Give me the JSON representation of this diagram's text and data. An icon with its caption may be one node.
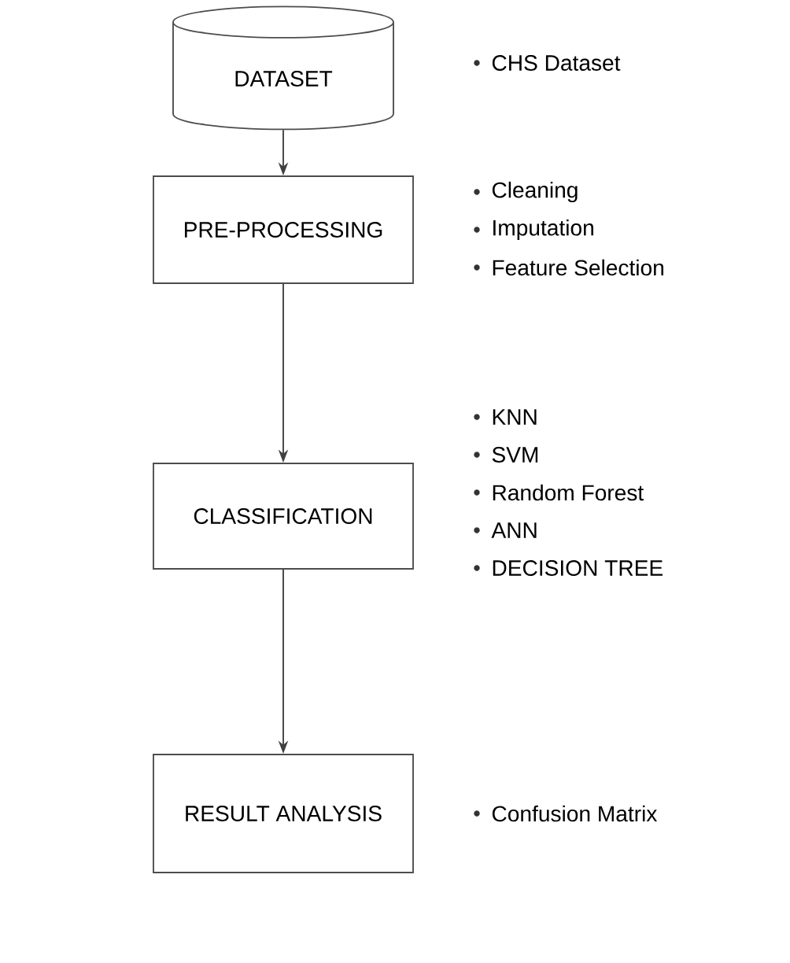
{
  "diagram": {
    "nodes": [
      {
        "text": [
          "DATASET"
        ]
      },
      {
        "text": [
          "PRE-PROCESSING"
        ],
        "beside": [
          "Cleaning",
          "Imputation",
          "Feature Selection"
        ]
      },
      {
        "text": [
          "CLASSIFICATION"
        ],
        "beside": [
          "KNN",
          "SVM",
          "Random Forest",
          "ANN",
          "DECISION TREE"
        ]
      },
      {
        "text": [
          "RESULT ANALYSIS"
        ],
        "beside": [
          "Confusion Matrix"
        ]
      }
    ],
    "edges": [
      {
        "from": 0,
        "to": 1,
        "arrow": "to"
      },
      {
        "from": 1,
        "to": 2,
        "arrow": "to"
      },
      {
        "from": 2,
        "to": 3,
        "arrow": "to"
      }
    ],
    "labels": [
      "CHS Dataset"
    ]
  }
}
